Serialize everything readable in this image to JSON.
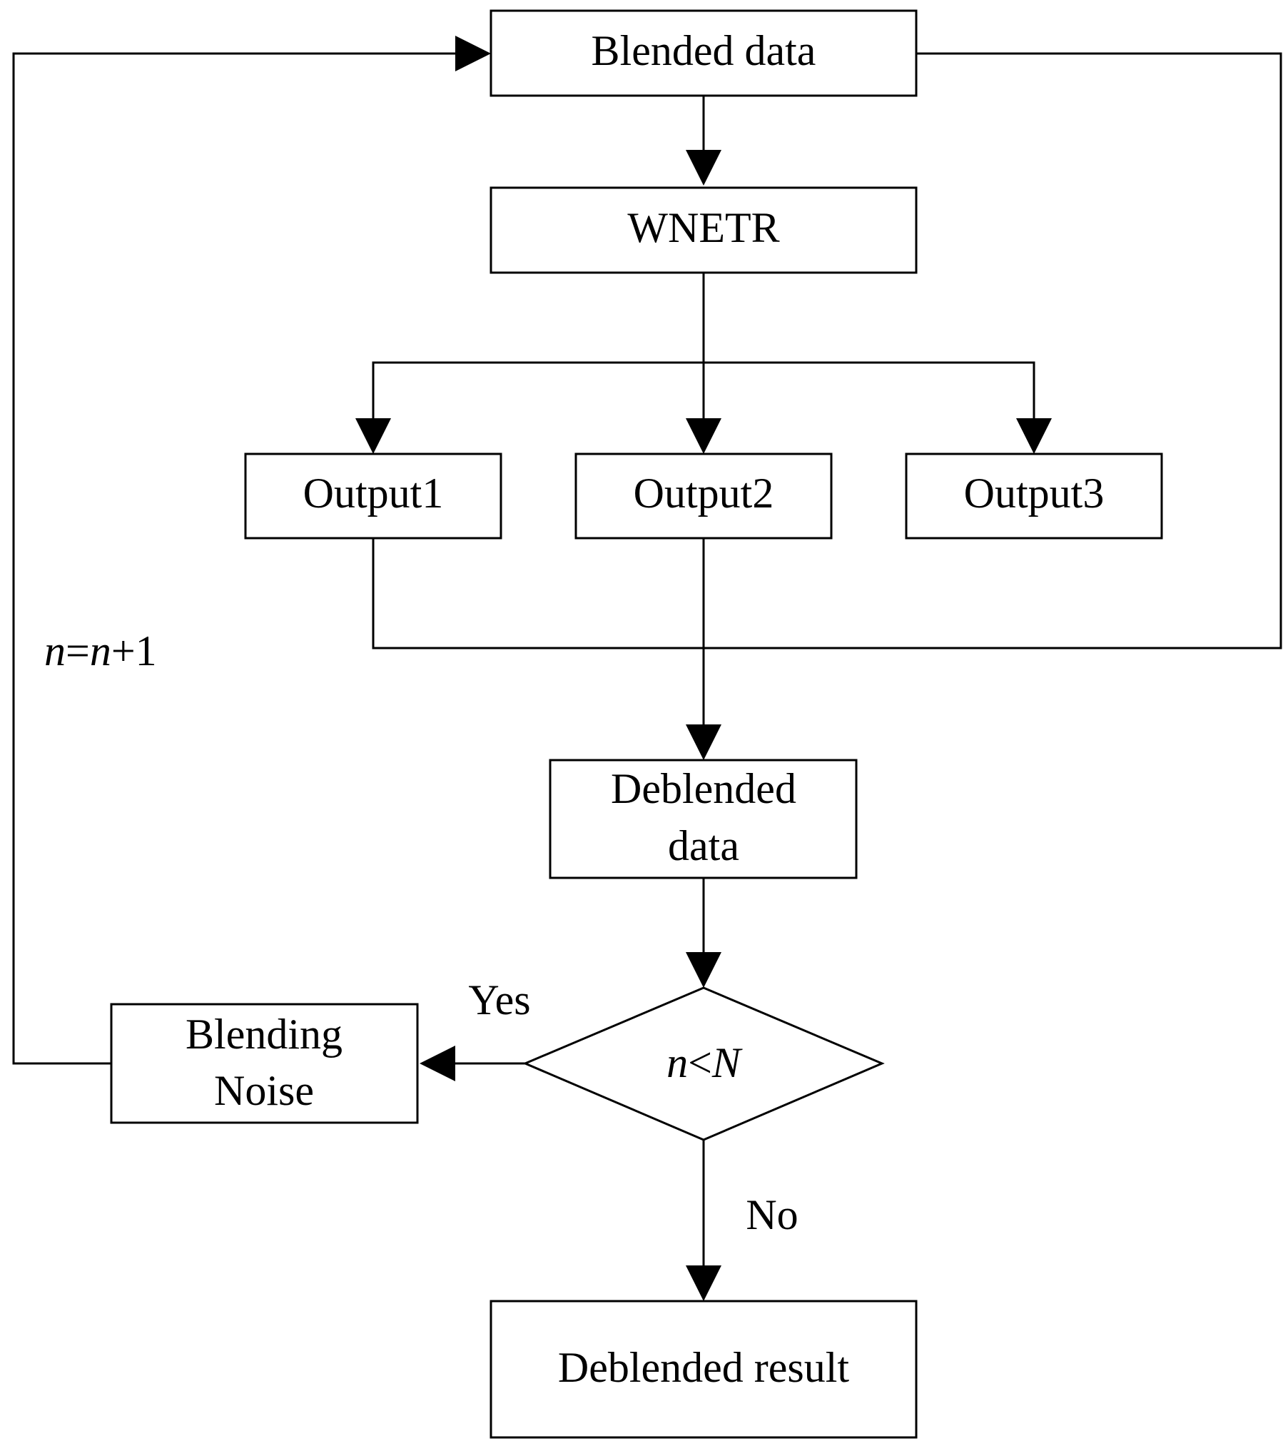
{
  "nodes": {
    "blended_data": {
      "label": "Blended data"
    },
    "wnetr": {
      "label": "WNETR"
    },
    "output1": {
      "label": "Output1"
    },
    "output2": {
      "label": "Output2"
    },
    "output3": {
      "label": "Output3"
    },
    "deblended_data": {
      "line1": "Deblended",
      "line2": "data"
    },
    "decision": {
      "var_n": "n",
      "op": "<",
      "var_N": "N"
    },
    "blending_noise": {
      "line1": "Blending",
      "line2": "Noise"
    },
    "deblended_result": {
      "label": "Deblended result"
    }
  },
  "edge_labels": {
    "yes": "Yes",
    "no": "No",
    "loop": {
      "n1": "n",
      "eq": "=",
      "n2": "n",
      "inc": "+1"
    }
  },
  "colors": {
    "stroke": "#000000",
    "fill": "#ffffff",
    "text": "#000000"
  }
}
